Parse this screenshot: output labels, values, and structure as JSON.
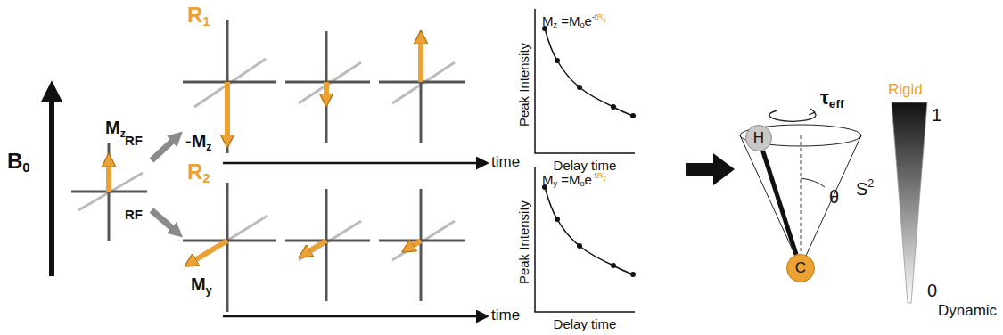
{
  "diagram": {
    "nodes": [
      {
        "text": [
          "H"
        ]
      },
      {
        "text": [
          "C"
        ]
      }
    ],
    "edges": [
      {
        "from": 0,
        "to": 1,
        "arrow": "none"
      }
    ],
    "labels": [
      "B",
      "0",
      "M",
      "z",
      "RF",
      "R",
      "1",
      "-M",
      "z",
      "time",
      "Peak Intensity",
      "Delay time",
      "M",
      "z",
      "=M",
      "o",
      "e",
      "-t",
      "R",
      "1",
      "R",
      "2",
      "RF",
      "M",
      "y",
      "time",
      "Peak Intensity",
      "Delay time",
      "M",
      "y",
      "=M",
      "o",
      "e",
      "-t",
      "R",
      "2",
      "τ",
      "eff",
      "θ",
      "Rigid",
      "1",
      "S",
      "2",
      "0",
      "Dynamic"
    ]
  }
}
